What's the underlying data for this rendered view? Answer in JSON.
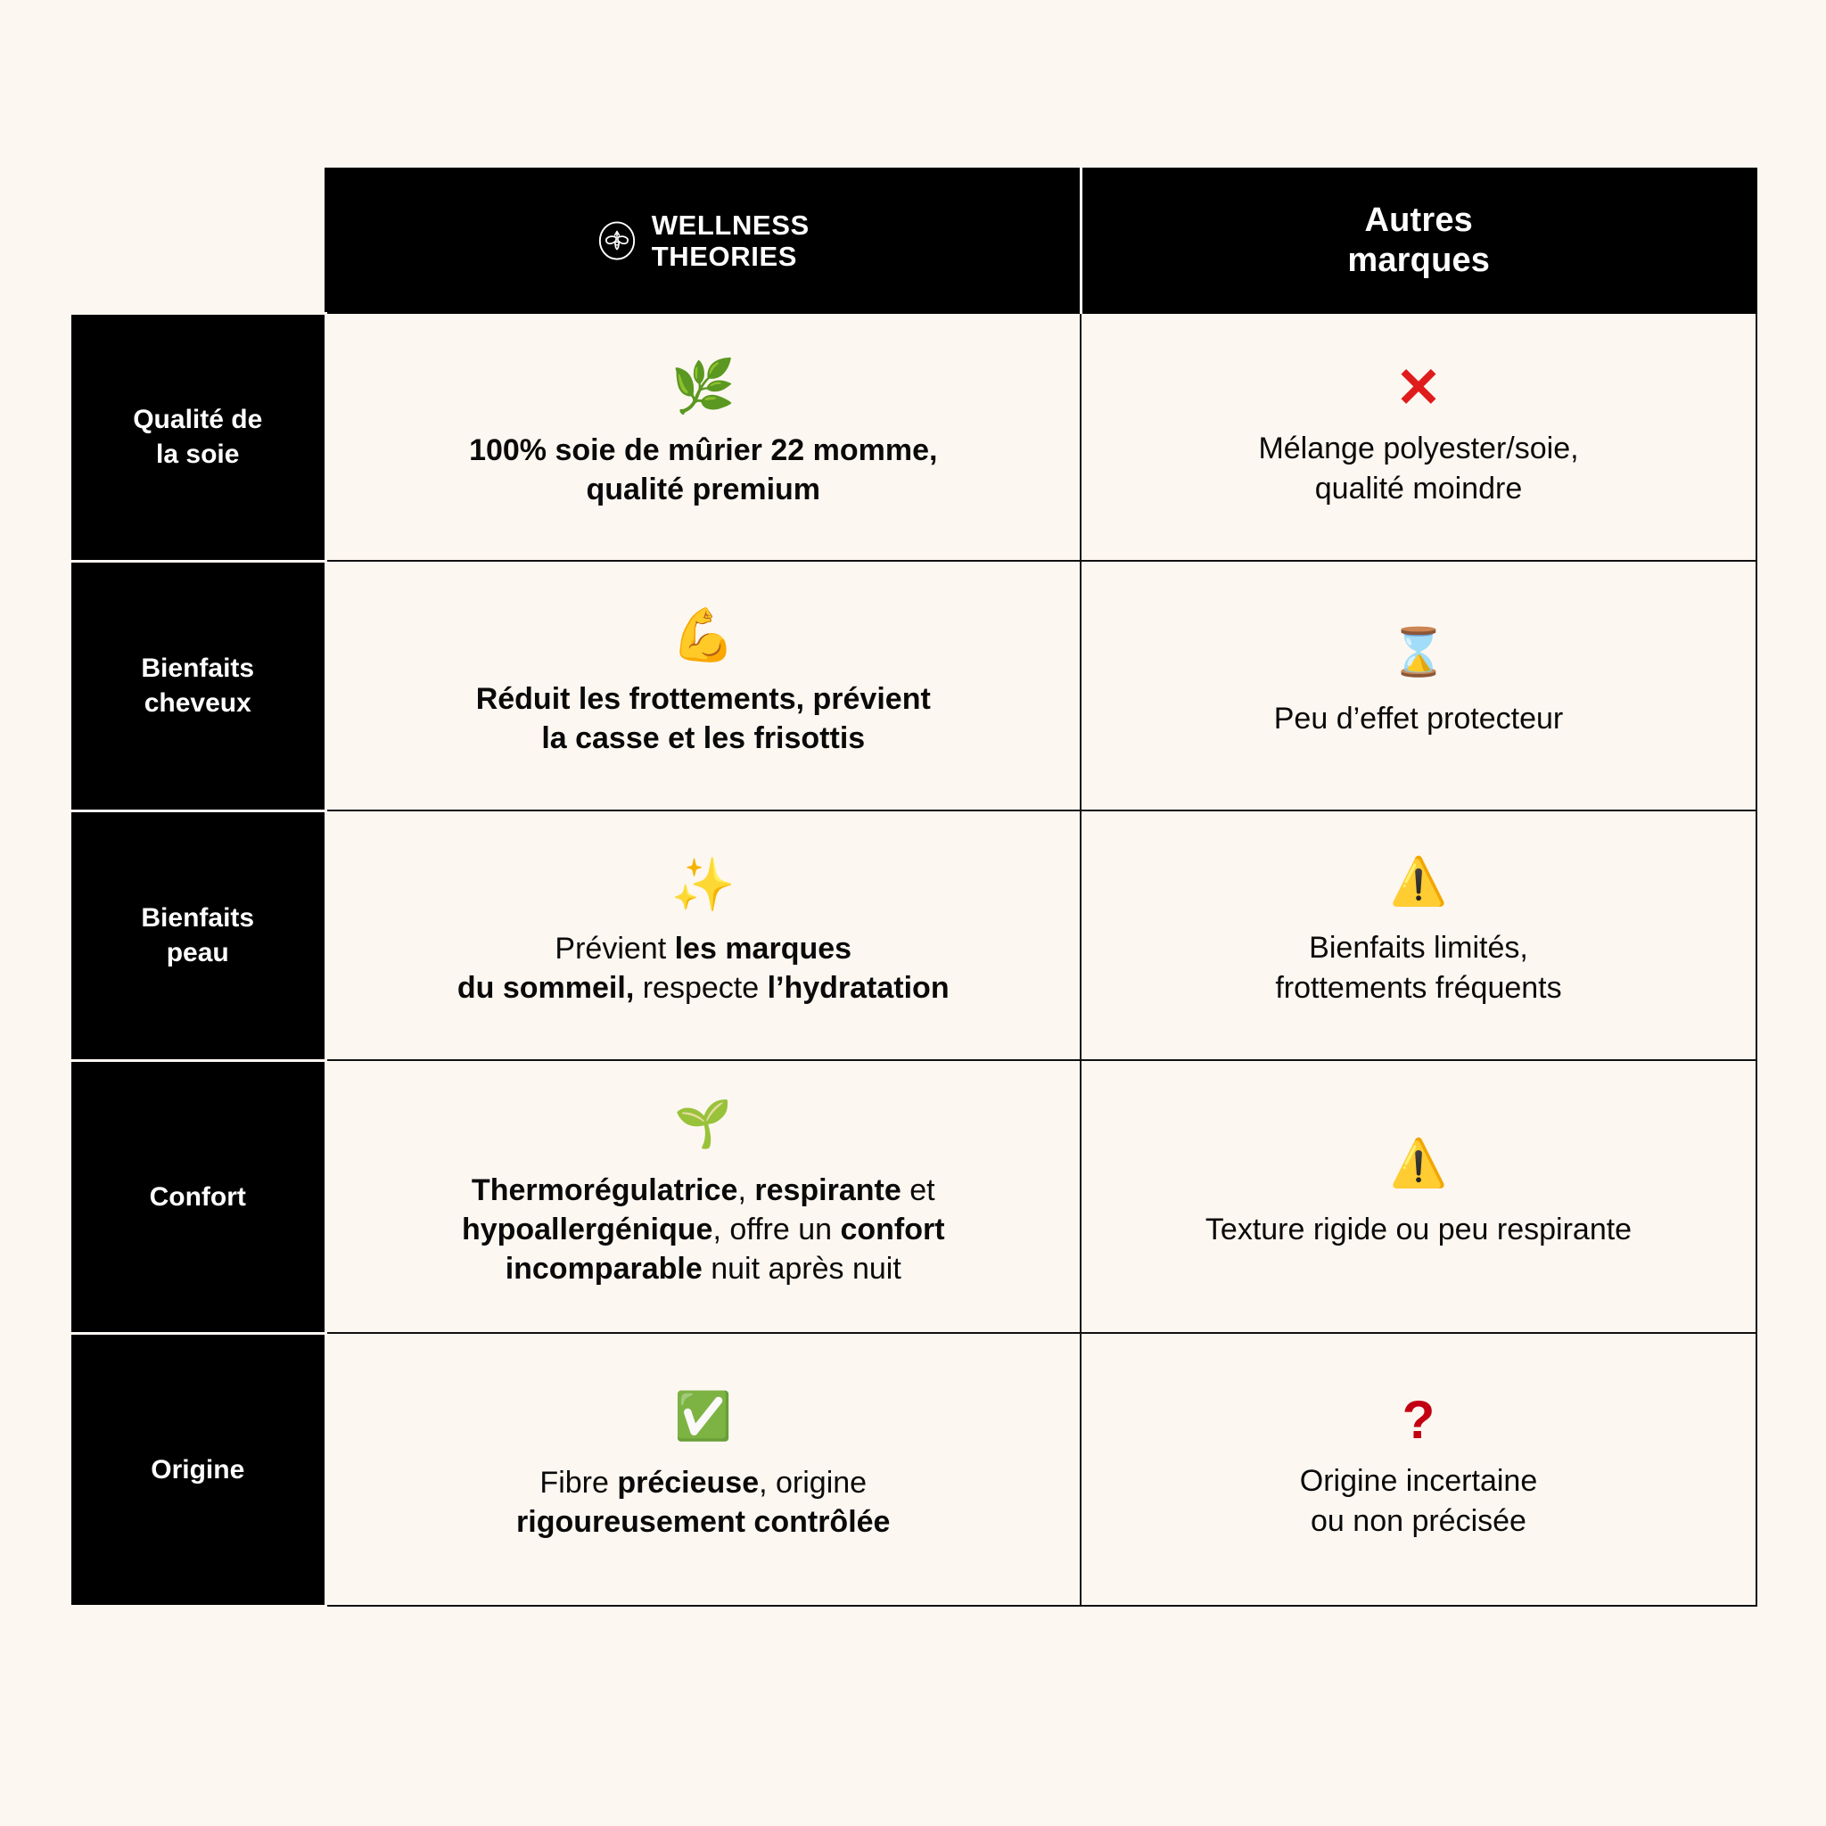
{
  "theme": {
    "background": "#FDF7F1",
    "header_background": "#000000",
    "header_text": "#FFFFFF",
    "border": "#111111",
    "body_text": "#0A0A0A",
    "negative_red": "#E01B1B",
    "question_red": "#C20012"
  },
  "header": {
    "brand": {
      "logo_icon": "bee-emblem-icon",
      "logo_text": "WELLNESS\nTHEORIES"
    },
    "other": {
      "title": "Autres\nmarques"
    }
  },
  "rows": [
    {
      "label": "Qualité de\nla soie",
      "brand": {
        "emoji": "🌿",
        "emoji_name": "herb-icon",
        "text_plain": "100% soie de mûrier 22 momme, qualité premium",
        "segments": [
          {
            "text": "100% soie de mûrier 22 momme,",
            "bold": true
          },
          {
            "text": "\n",
            "bold": true
          },
          {
            "text": "qualité premium",
            "bold": true
          }
        ]
      },
      "other": {
        "icon": "✕",
        "icon_name": "cross-mark-icon",
        "text": "Mélange polyester/soie,\nqualité moindre"
      }
    },
    {
      "label": "Bienfaits\ncheveux",
      "brand": {
        "emoji": "💪",
        "emoji_name": "flexed-biceps-icon",
        "text_plain": "Réduit les frottements, prévient la casse et les frisottis",
        "segments": [
          {
            "text": "Réduit les frottements, prévient",
            "bold": true
          },
          {
            "text": "\n",
            "bold": true
          },
          {
            "text": "la casse et les frisottis",
            "bold": true
          }
        ]
      },
      "other": {
        "emoji": "⌛",
        "emoji_name": "hourglass-icon",
        "text": "Peu d’effet protecteur"
      }
    },
    {
      "label": "Bienfaits\npeau",
      "brand": {
        "emoji": "✨",
        "emoji_name": "sparkles-icon",
        "text_plain": "Prévient les marques du sommeil, respecte l’hydratation",
        "segments": [
          {
            "text": "Prévient ",
            "bold": false
          },
          {
            "text": "les marques",
            "bold": true
          },
          {
            "text": "\n",
            "bold": false
          },
          {
            "text": "du sommeil,",
            "bold": true
          },
          {
            "text": " respecte ",
            "bold": false
          },
          {
            "text": "l’hydratation",
            "bold": true
          }
        ]
      },
      "other": {
        "emoji": "⚠️",
        "emoji_name": "warning-icon",
        "text": "Bienfaits limités,\nfrottements fréquents"
      }
    },
    {
      "label": "Confort",
      "brand": {
        "emoji": "🌱",
        "emoji_name": "seedling-icon",
        "text_plain": "Thermorégulatrice, respirante et hypoallergénique, offre un confort incomparable nuit après nuit",
        "segments": [
          {
            "text": "Thermorégulatrice",
            "bold": true
          },
          {
            "text": ", ",
            "bold": false
          },
          {
            "text": "respirante",
            "bold": true
          },
          {
            "text": " et",
            "bold": false
          },
          {
            "text": "\n",
            "bold": false
          },
          {
            "text": "hypoallergénique",
            "bold": true
          },
          {
            "text": ", offre un ",
            "bold": false
          },
          {
            "text": "confort",
            "bold": true
          },
          {
            "text": "\n",
            "bold": false
          },
          {
            "text": "incomparable",
            "bold": true
          },
          {
            "text": " nuit après nuit",
            "bold": false
          }
        ]
      },
      "other": {
        "emoji": "⚠️",
        "emoji_name": "warning-icon",
        "text": "Texture rigide ou peu respirante"
      }
    },
    {
      "label": "Origine",
      "brand": {
        "emoji": "✅",
        "emoji_name": "check-mark-button-icon",
        "text_plain": "Fibre précieuse, origine rigoureusement contrôlée",
        "segments": [
          {
            "text": "Fibre ",
            "bold": false
          },
          {
            "text": "précieuse",
            "bold": true
          },
          {
            "text": ", origine",
            "bold": false
          },
          {
            "text": "\n",
            "bold": false
          },
          {
            "text": "rigoureusement contrôlée",
            "bold": true
          }
        ]
      },
      "other": {
        "icon": "?",
        "icon_name": "question-mark-icon",
        "text": "Origine incertaine\nou non précisée"
      }
    }
  ]
}
